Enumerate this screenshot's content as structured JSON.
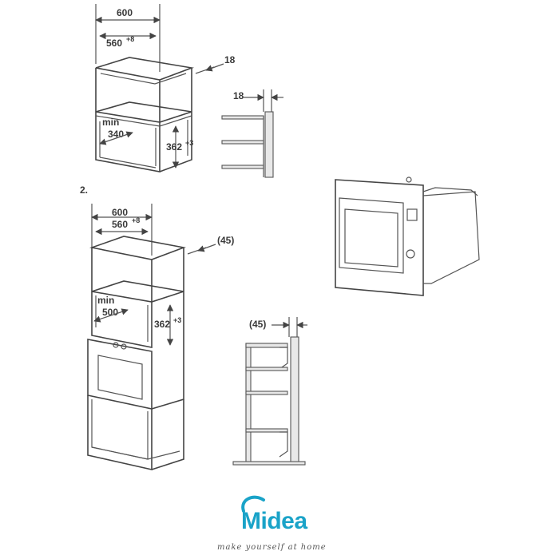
{
  "step2_label": "2.",
  "diagram1": {
    "outer_width": "600",
    "inner_width": "560",
    "inner_width_tol": "+8",
    "panel_thickness": "18",
    "side_panel_thickness": "18",
    "min_label": "min",
    "min_depth": "340",
    "opening_height": "362",
    "opening_height_tol": "+3"
  },
  "diagram2": {
    "outer_width": "600",
    "inner_width": "560",
    "inner_width_tol": "+8",
    "panel_thickness": "(45)",
    "side_panel_thickness": "(45)",
    "min_label": "min",
    "min_depth": "500",
    "opening_height": "362",
    "opening_height_tol": "+3"
  },
  "brand": {
    "name": "Midea",
    "tagline": "make yourself at home",
    "color": "#1aa3c8"
  }
}
